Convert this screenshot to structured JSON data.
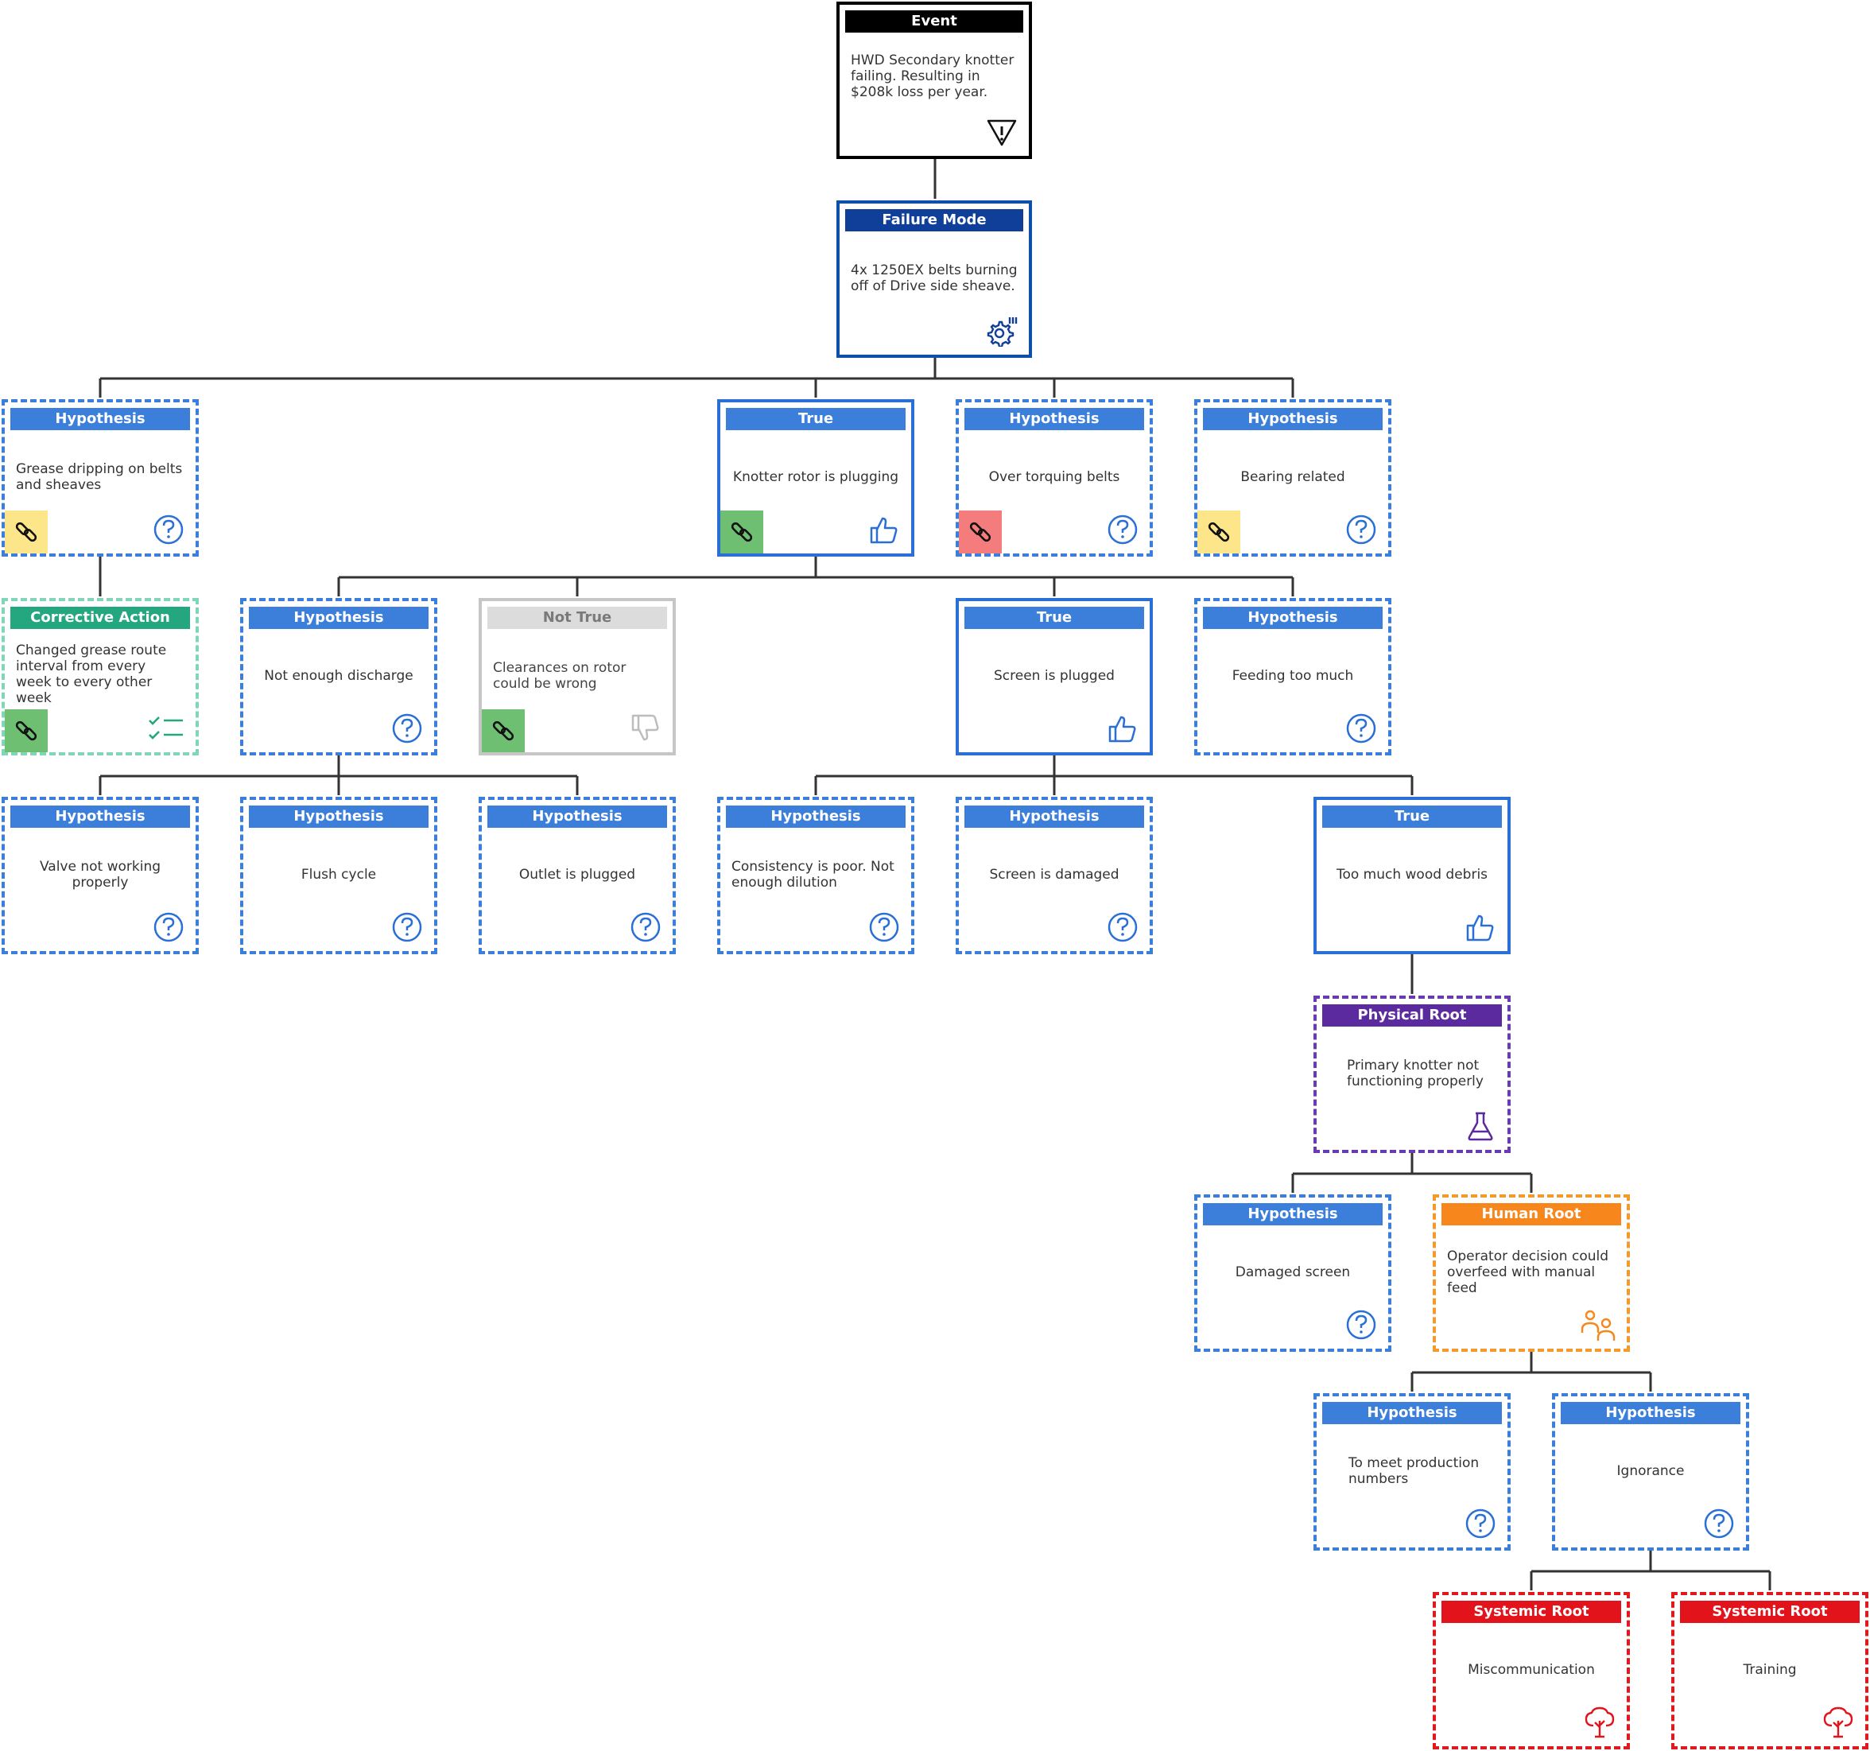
{
  "colors": {
    "hypothesis": "#3b7fdb",
    "true": "#2a6fd6",
    "not_true": "#c6c6c6",
    "corrective_action": "#24a77e",
    "event": "#000000",
    "failure_mode": "#0f3f99",
    "physical_root": "#5b2a9e",
    "human_root": "#f7871c",
    "systemic_root": "#e2131a",
    "tag_yellow": "#fde68a",
    "tag_green": "#6fbf73",
    "tag_red": "#f47c7c",
    "connector": "#333333"
  },
  "nodes": {
    "event": {
      "title": "Event",
      "text": "HWD Secondary knotter failing. Resulting in $208k loss per year.",
      "icon": "warning-triangle-icon"
    },
    "failure_mode": {
      "title": "Failure Mode",
      "text": "4x 1250EX belts burning off of Drive side sheave.",
      "icon": "gear-settings-icon"
    },
    "h_grease": {
      "title": "Hypothesis",
      "text": "Grease dripping on belts and sheaves",
      "icon": "question-icon",
      "tag": "yellow"
    },
    "t_rotor": {
      "title": "True",
      "text": "Knotter rotor is plugging",
      "icon": "thumbs-up-icon",
      "tag": "green"
    },
    "h_torque": {
      "title": "Hypothesis",
      "text": "Over torquing belts",
      "icon": "question-icon",
      "tag": "red"
    },
    "h_bearing": {
      "title": "Hypothesis",
      "text": "Bearing related",
      "icon": "question-icon",
      "tag": "yellow"
    },
    "ca_grease": {
      "title": "Corrective Action",
      "text": "Changed grease route interval from every week to every other week",
      "icon": "checklist-icon",
      "tag": "green"
    },
    "h_discharge": {
      "title": "Hypothesis",
      "text": "Not enough discharge",
      "icon": "question-icon"
    },
    "nt_clear": {
      "title": "Not True",
      "text": "Clearances on rotor could be wrong",
      "icon": "thumbs-down-icon",
      "tag": "green"
    },
    "t_screen": {
      "title": "True",
      "text": "Screen is plugged",
      "icon": "thumbs-up-icon"
    },
    "h_feeding": {
      "title": "Hypothesis",
      "text": "Feeding too much",
      "icon": "question-icon"
    },
    "h_valve": {
      "title": "Hypothesis",
      "text": "Valve not working properly",
      "icon": "question-icon"
    },
    "h_flush": {
      "title": "Hypothesis",
      "text": "Flush cycle",
      "icon": "question-icon"
    },
    "h_outlet": {
      "title": "Hypothesis",
      "text": "Outlet is plugged",
      "icon": "question-icon"
    },
    "h_consist": {
      "title": "Hypothesis",
      "text": "Consistency is poor. Not enough dilution",
      "icon": "question-icon"
    },
    "h_damaged": {
      "title": "Hypothesis",
      "text": "Screen is damaged",
      "icon": "question-icon"
    },
    "t_debris": {
      "title": "True",
      "text": "Too much wood debris",
      "icon": "thumbs-up-icon"
    },
    "pr_knotter": {
      "title": "Physical Root",
      "text": "Primary knotter not functioning properly",
      "icon": "flask-icon"
    },
    "h_dscreen": {
      "title": "Hypothesis",
      "text": "Damaged screen",
      "icon": "question-icon"
    },
    "hr_operator": {
      "title": "Human Root",
      "text": "Operator decision could overfeed with manual feed",
      "icon": "people-icon"
    },
    "h_prod": {
      "title": "Hypothesis",
      "text": "To meet production numbers",
      "icon": "question-icon"
    },
    "h_ignorance": {
      "title": "Hypothesis",
      "text": "Ignorance",
      "icon": "question-icon"
    },
    "sr_miscomm": {
      "title": "Systemic Root",
      "text": "Miscommunication",
      "icon": "tree-icon"
    },
    "sr_training": {
      "title": "Systemic Root",
      "text": "Training",
      "icon": "tree-icon"
    }
  }
}
